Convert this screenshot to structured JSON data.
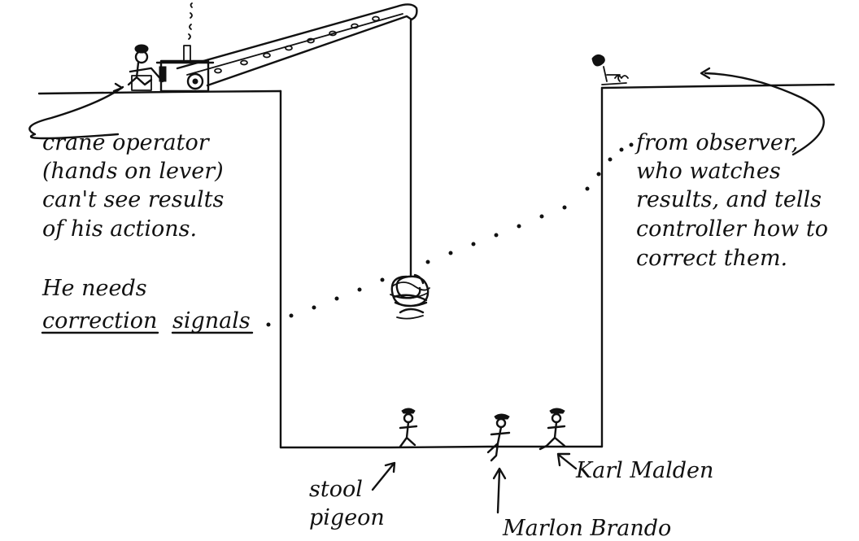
{
  "labels": {
    "operator_lines": [
      "crane operator",
      "(hands on lever)",
      "can't see results",
      "of his actions."
    ],
    "needs_line": "He needs",
    "correction_word": "correction",
    "signals_word": "signals",
    "observer_lines": [
      "from observer,",
      "who watches",
      "results, and tells",
      "controller how to",
      "correct them."
    ],
    "stool_pigeon_lines": [
      "stool",
      "pigeon"
    ],
    "karl_malden": "Karl Malden",
    "marlon_brando": "Marlon Brando"
  },
  "icons": [
    "crane",
    "crane-operator-figure",
    "observer-figure",
    "suspended-load",
    "stool-pigeon-figure",
    "marlon-brando-figure",
    "karl-malden-figure",
    "smoke",
    "arrow"
  ],
  "colors": {
    "ink": "#111111",
    "paper": "#ffffff"
  }
}
